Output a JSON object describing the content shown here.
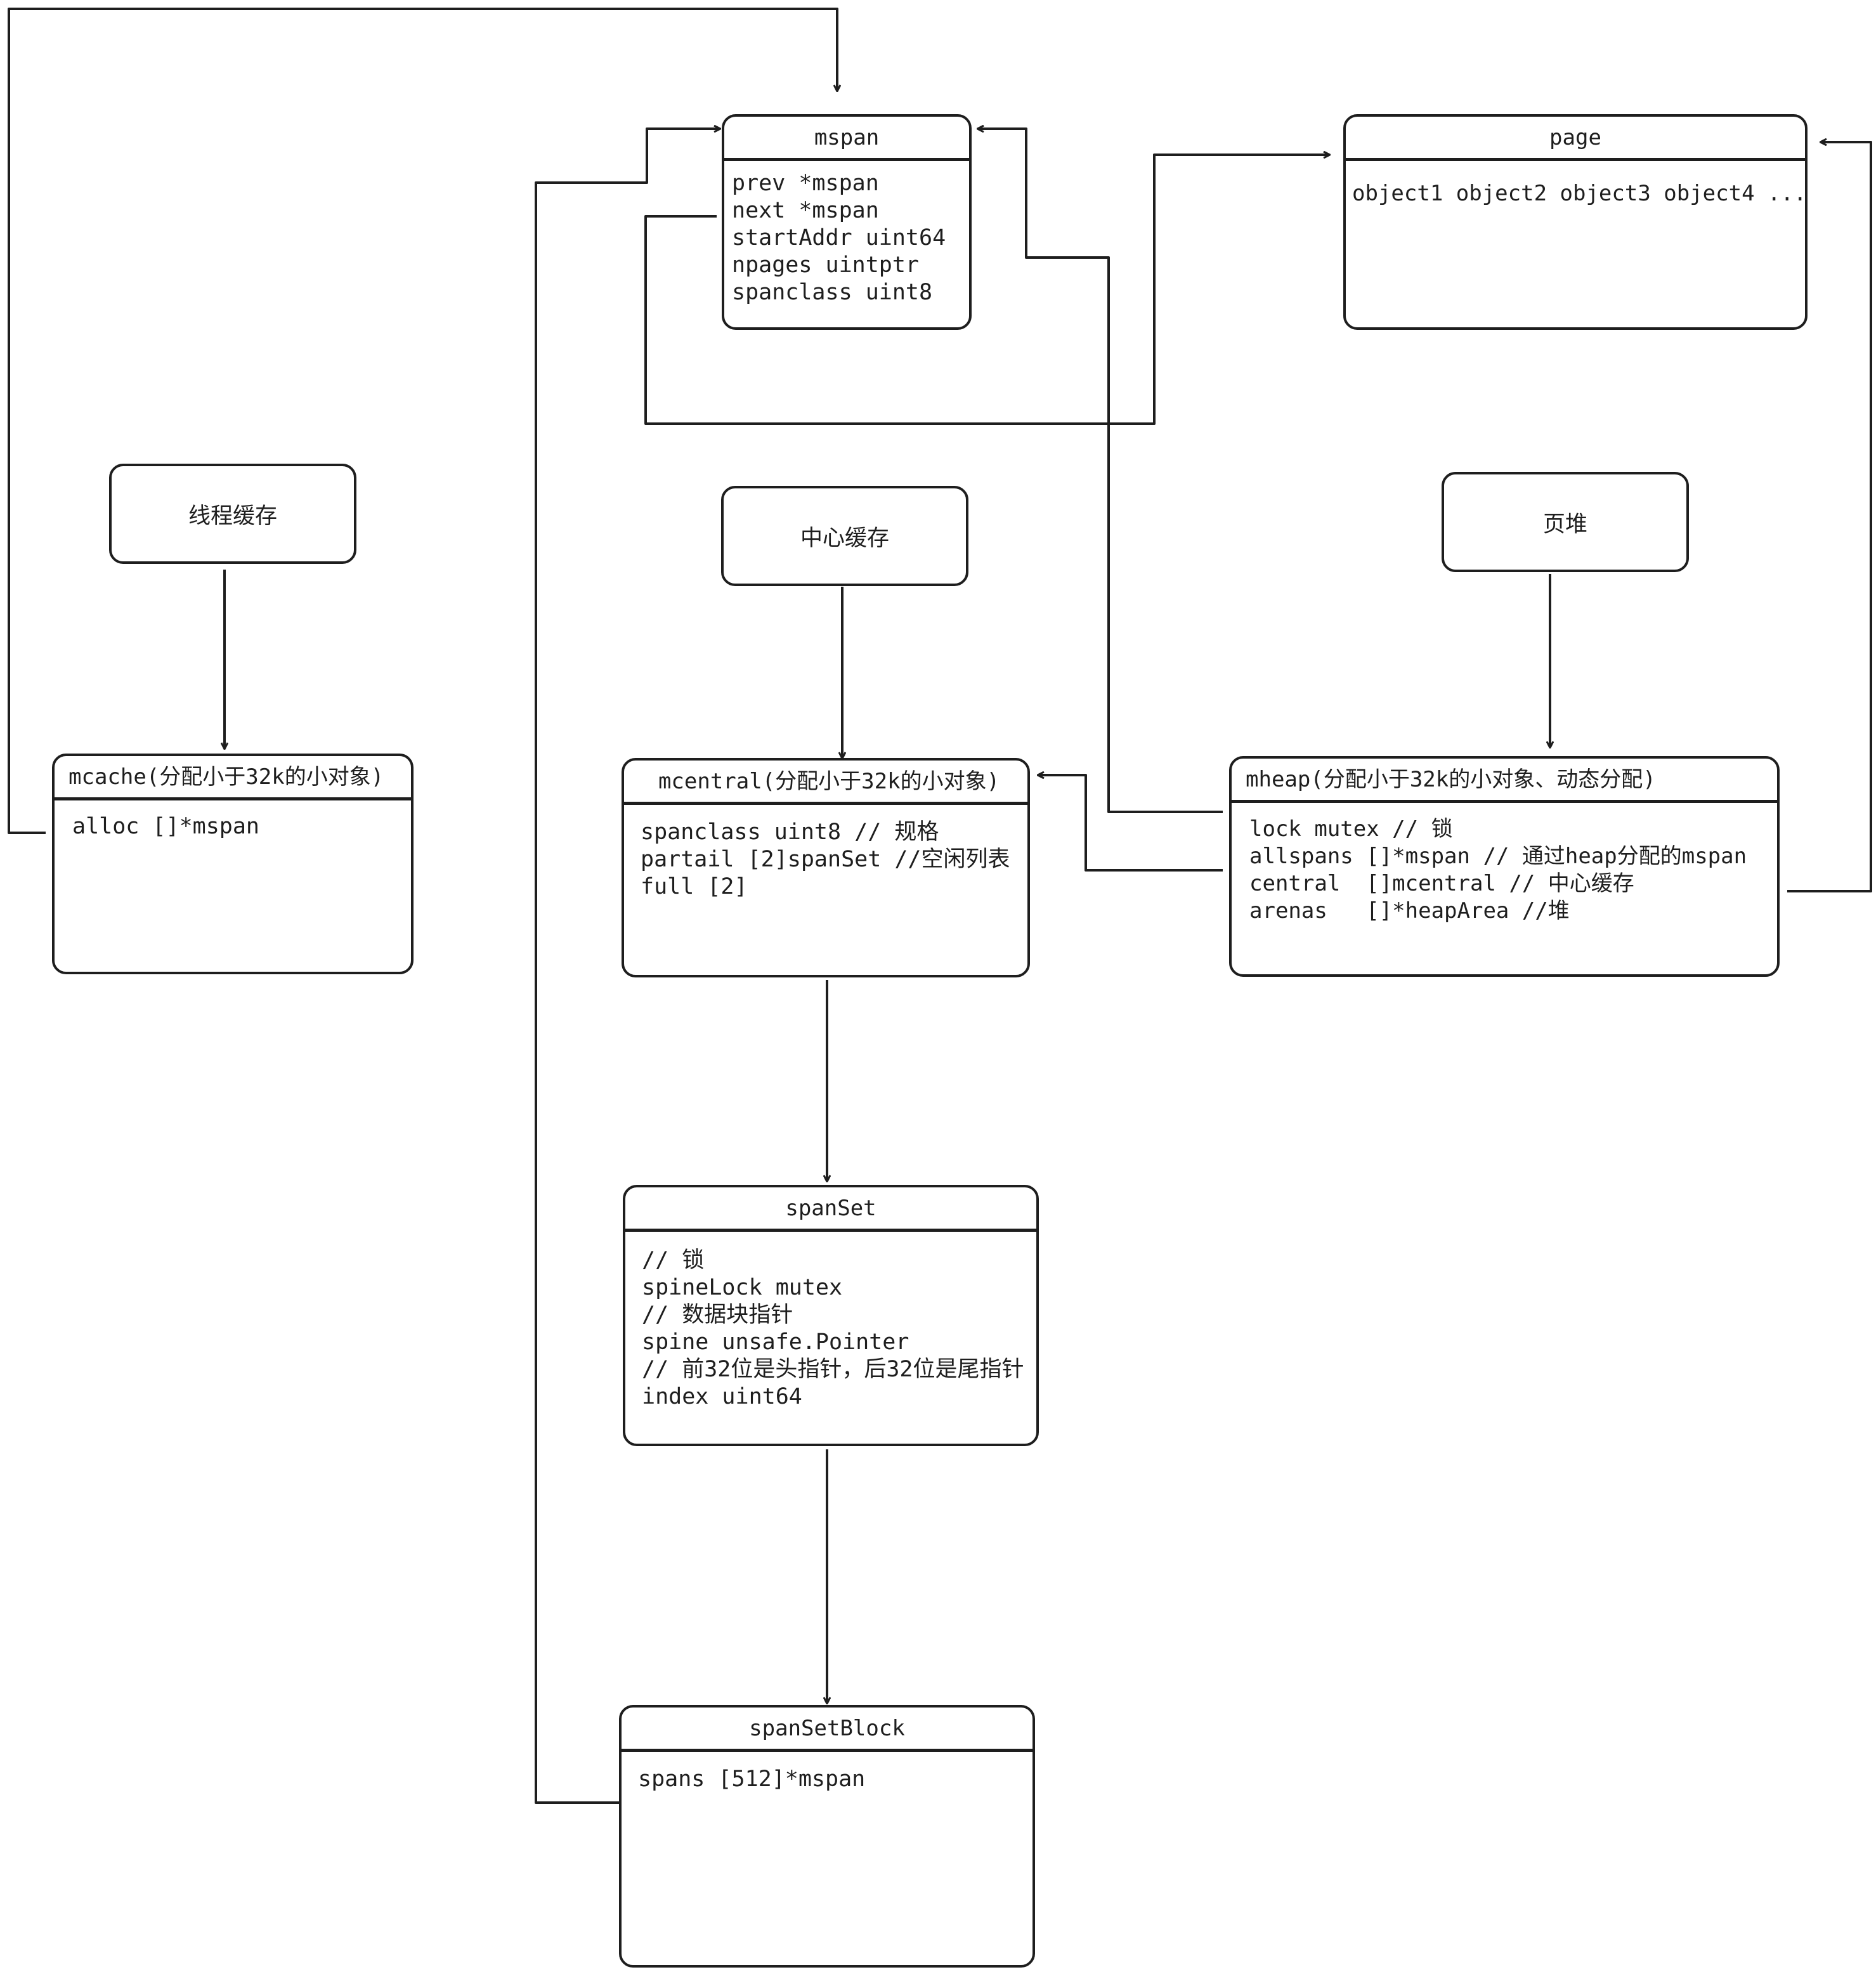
{
  "labels": {
    "thread_cache": "线程缓存",
    "central_cache": "中心缓存",
    "page_heap": "页堆"
  },
  "mspan": {
    "title": "mspan",
    "fields": [
      "prev *mspan",
      "next *mspan",
      "startAddr uint64",
      "npages uintptr",
      "spanclass uint8"
    ]
  },
  "page": {
    "title": "page",
    "fields": [
      "object1 object2 object3 object4 ..."
    ]
  },
  "mcache": {
    "title": "mcache(分配小于32k的小对象)",
    "fields": [
      "alloc []*mspan"
    ]
  },
  "mcentral": {
    "title": "mcentral(分配小于32k的小对象)",
    "fields": [
      "spanclass uint8 // 规格",
      "partail [2]spanSet //空闲列表",
      "full [2]"
    ]
  },
  "mheap": {
    "title": "mheap(分配小于32k的小对象、动态分配)",
    "fields": [
      "lock mutex // 锁",
      "allspans []*mspan // 通过heap分配的mspan",
      "central  []mcentral // 中心缓存",
      "arenas   []*heapArea //堆"
    ]
  },
  "spanSet": {
    "title": "spanSet",
    "fields": [
      "// 锁",
      "spineLock mutex",
      "// 数据块指针",
      "spine unsafe.Pointer",
      "// 前32位是头指针，后32位是尾指针",
      "index uint64"
    ]
  },
  "spanSetBlock": {
    "title": "spanSetBlock",
    "fields": [
      "spans [512]*mspan"
    ]
  }
}
